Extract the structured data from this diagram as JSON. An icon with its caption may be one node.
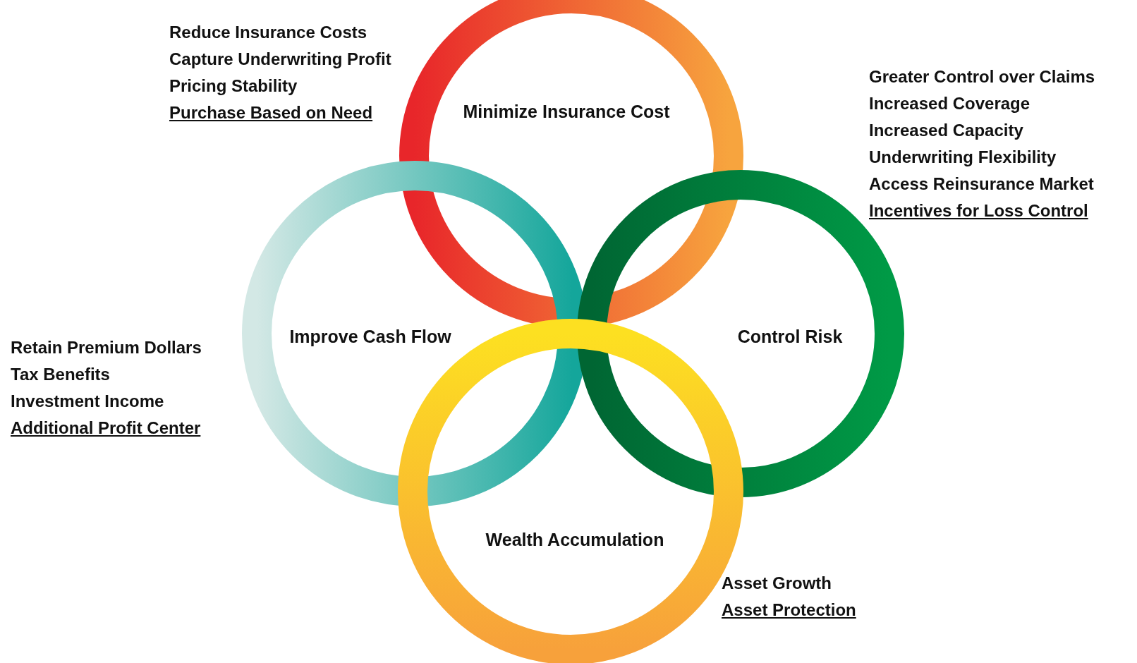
{
  "diagram": {
    "nodes": [
      {
        "text": [
          "Minimize Insurance Cost"
        ],
        "beside": [
          "Reduce Insurance Costs",
          "Capture Underwriting Profit",
          "Pricing Stability",
          "Purchase Based on Need"
        ]
      },
      {
        "text": [
          "Improve Cash Flow"
        ],
        "beside": [
          "Retain Premium Dollars",
          "Tax Benefits",
          "Investment Income",
          "Additional Profit Center"
        ]
      },
      {
        "text": [
          "Control Risk"
        ],
        "beside": [
          "Greater Control over Claims",
          "Increased Coverage",
          "Increased Capacity",
          "Underwriting Flexibility",
          "Access Reinsurance Market",
          "Incentives for Loss Control"
        ]
      },
      {
        "text": [
          "Wealth Accumulation"
        ],
        "beside": [
          "Asset Growth",
          "Asset Protection"
        ]
      }
    ]
  }
}
